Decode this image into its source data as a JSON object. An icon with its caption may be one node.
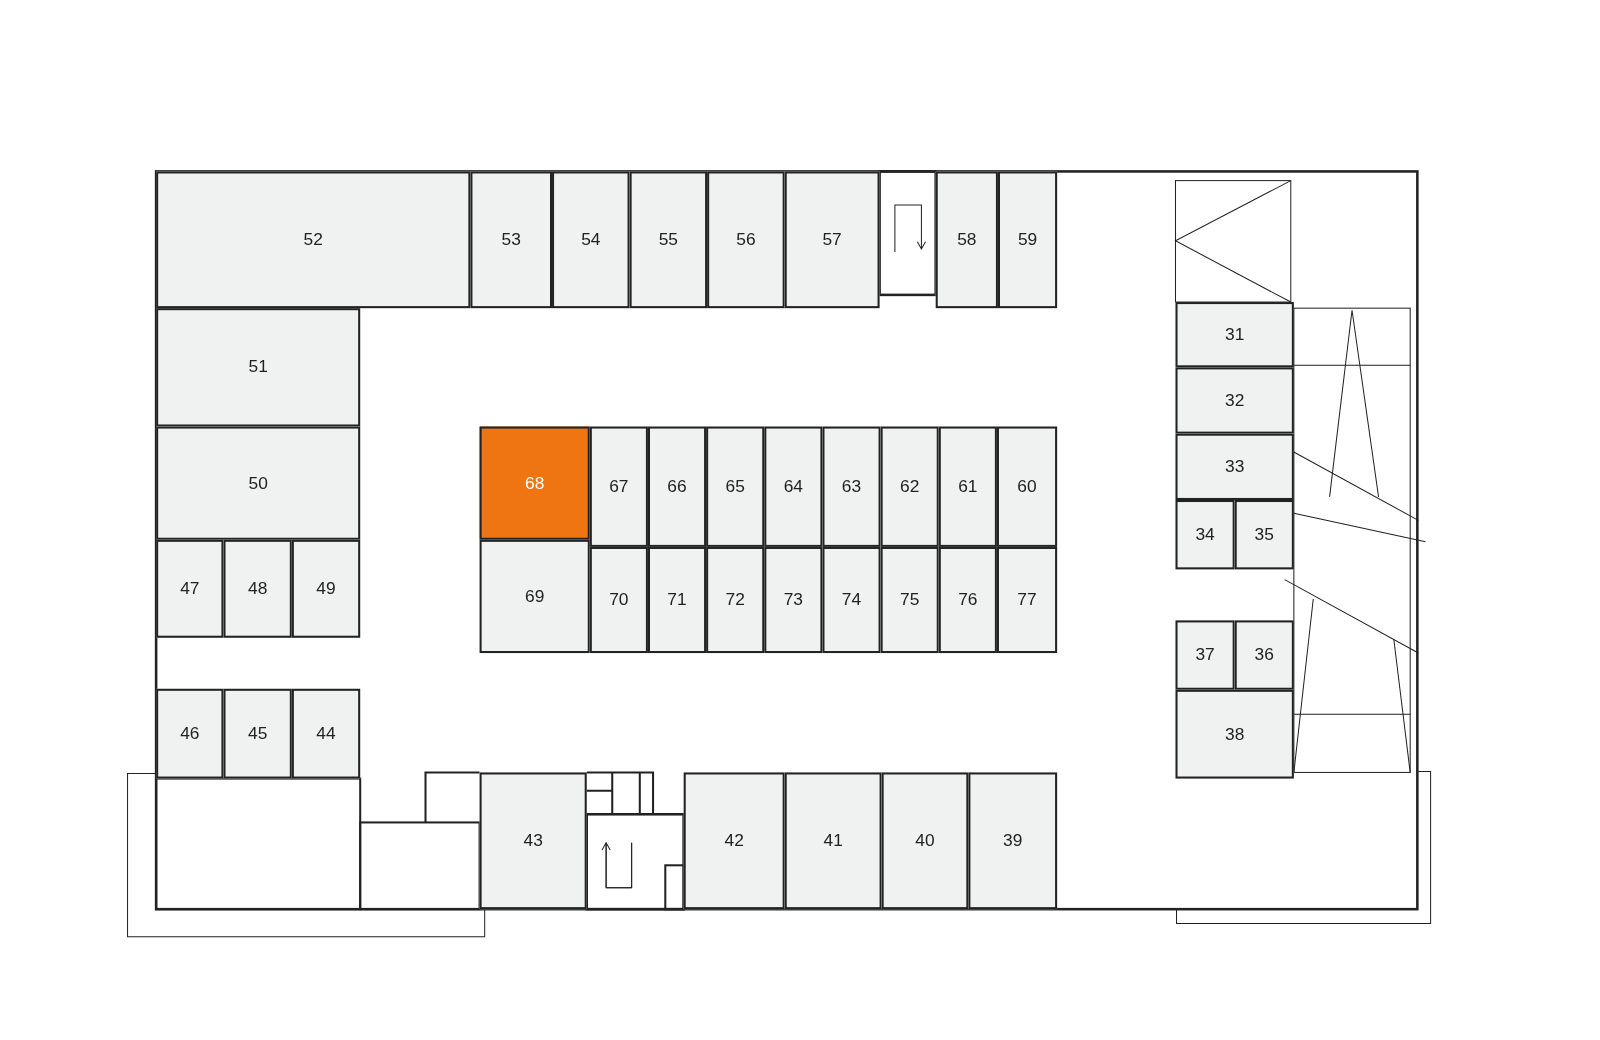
{
  "diagram": {
    "nodes": [
      {
        "text": [
          "52"
        ]
      },
      {
        "text": [
          "53"
        ]
      },
      {
        "text": [
          "54"
        ]
      },
      {
        "text": [
          "55"
        ]
      },
      {
        "text": [
          "56"
        ]
      },
      {
        "text": [
          "57"
        ]
      },
      {
        "text": [
          "58"
        ]
      },
      {
        "text": [
          "59"
        ]
      },
      {
        "text": [
          "31"
        ]
      },
      {
        "text": [
          "51"
        ]
      },
      {
        "text": [
          "32"
        ]
      },
      {
        "text": [
          "33"
        ]
      },
      {
        "text": [
          "68"
        ]
      },
      {
        "text": [
          "67"
        ]
      },
      {
        "text": [
          "66"
        ]
      },
      {
        "text": [
          "65"
        ]
      },
      {
        "text": [
          "64"
        ]
      },
      {
        "text": [
          "63"
        ]
      },
      {
        "text": [
          "62"
        ]
      },
      {
        "text": [
          "61"
        ]
      },
      {
        "text": [
          "60"
        ]
      },
      {
        "text": [
          "50"
        ]
      },
      {
        "text": [
          "34"
        ]
      },
      {
        "text": [
          "35"
        ]
      },
      {
        "text": [
          "47"
        ]
      },
      {
        "text": [
          "48"
        ]
      },
      {
        "text": [
          "49"
        ]
      },
      {
        "text": [
          "69"
        ]
      },
      {
        "text": [
          "70"
        ]
      },
      {
        "text": [
          "71"
        ]
      },
      {
        "text": [
          "72"
        ]
      },
      {
        "text": [
          "73"
        ]
      },
      {
        "text": [
          "74"
        ]
      },
      {
        "text": [
          "75"
        ]
      },
      {
        "text": [
          "76"
        ]
      },
      {
        "text": [
          "77"
        ]
      },
      {
        "text": [
          "37"
        ]
      },
      {
        "text": [
          "36"
        ]
      },
      {
        "text": [
          "46"
        ]
      },
      {
        "text": [
          "45"
        ]
      },
      {
        "text": [
          "44"
        ]
      },
      {
        "text": [
          "38"
        ]
      },
      {
        "text": [
          "43"
        ]
      },
      {
        "text": [
          "42"
        ]
      },
      {
        "text": [
          "41"
        ]
      },
      {
        "text": [
          "40"
        ]
      },
      {
        "text": [
          "39"
        ]
      }
    ]
  }
}
